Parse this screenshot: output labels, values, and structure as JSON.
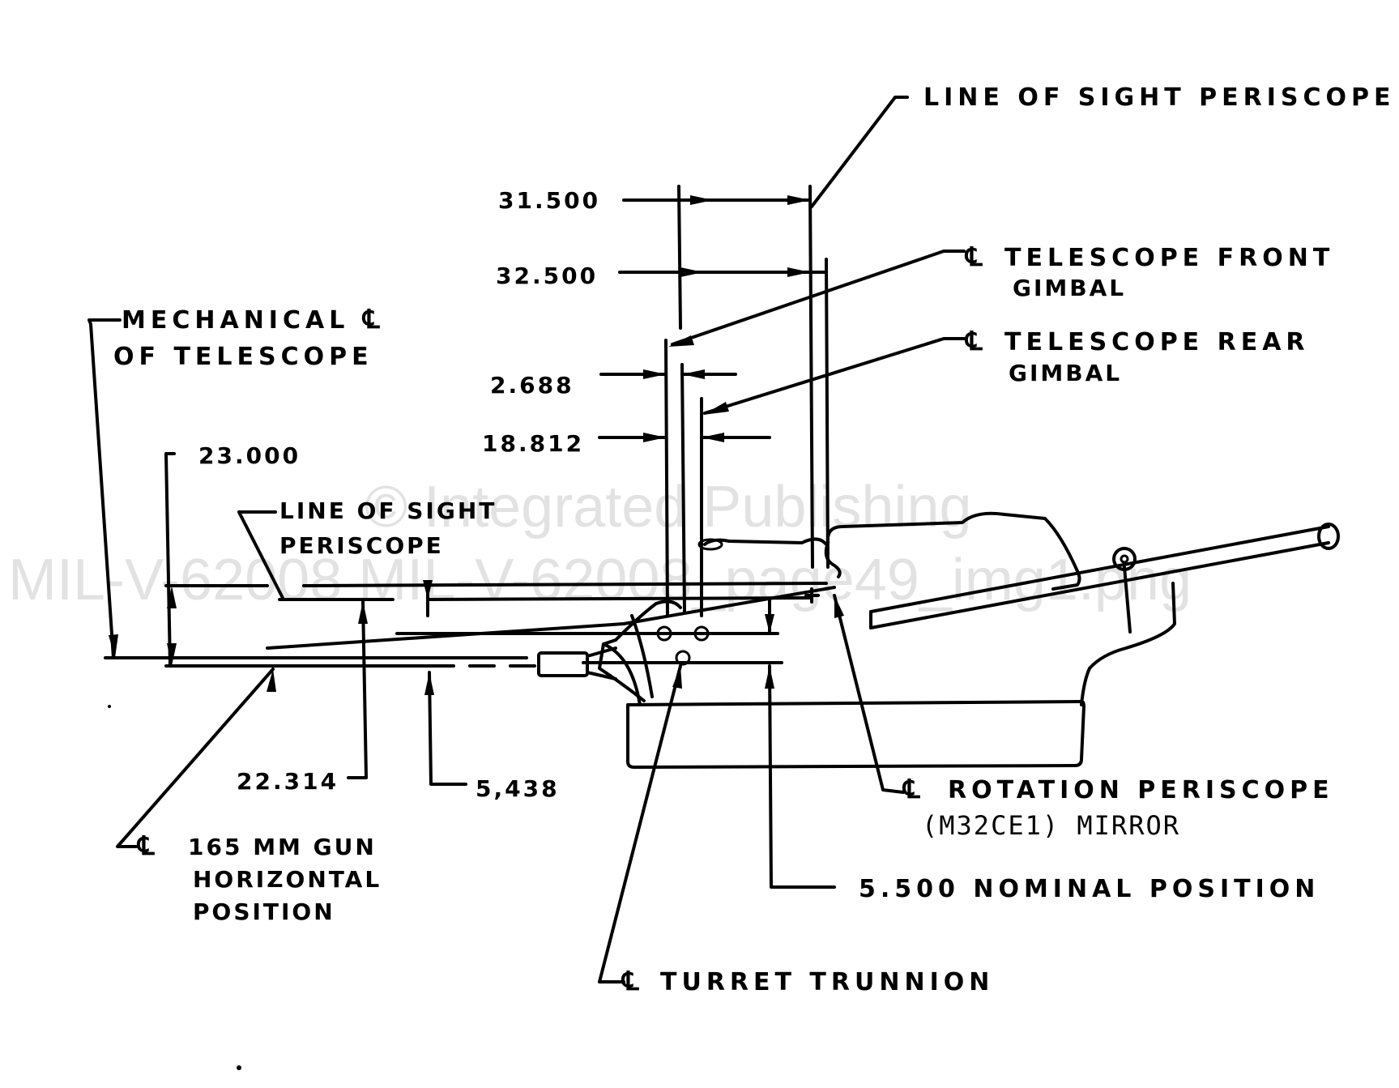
{
  "diagram": {
    "subject": "Periscope / telescope line-of-sight geometry for 165 MM gun turret",
    "centerline_symbol": "℄",
    "labels": {
      "los_periscope_top": "LINE OF SIGHT PERISCOPE",
      "telescope_front_gimbal_1": "TELESCOPE FRONT",
      "telescope_front_gimbal_2": "GIMBAL",
      "telescope_rear_gimbal_1": "TELESCOPE REAR",
      "telescope_rear_gimbal_2": "GIMBAL",
      "mechanical_cl_1": "MECHANICAL",
      "mechanical_cl_2": "OF TELESCOPE",
      "los_periscope_left_1": "LINE OF SIGHT",
      "los_periscope_left_2": "PERISCOPE",
      "gun_cl_1": "165 MM GUN",
      "gun_cl_2": "HORIZONTAL",
      "gun_cl_3": "POSITION",
      "rotation_periscope_1": "ROTATION PERISCOPE",
      "rotation_periscope_2": "(M32CE1) MIRROR",
      "nominal_position": "5.500 NOMINAL POSITION",
      "turret_trunnion": "TURRET TRUNNION"
    },
    "dimensions": {
      "d31_500": "31.500",
      "d32_500": "32.500",
      "d2_688": "2.688",
      "d18_812": "18.812",
      "d23_000": "23.000",
      "d22_314": "22.314",
      "d5_438": "5,438"
    }
  },
  "watermark": {
    "line1": "© Integrated Publishing",
    "line2": "MIL-V-62008   MIL-V-62008_page49_img1.png"
  }
}
